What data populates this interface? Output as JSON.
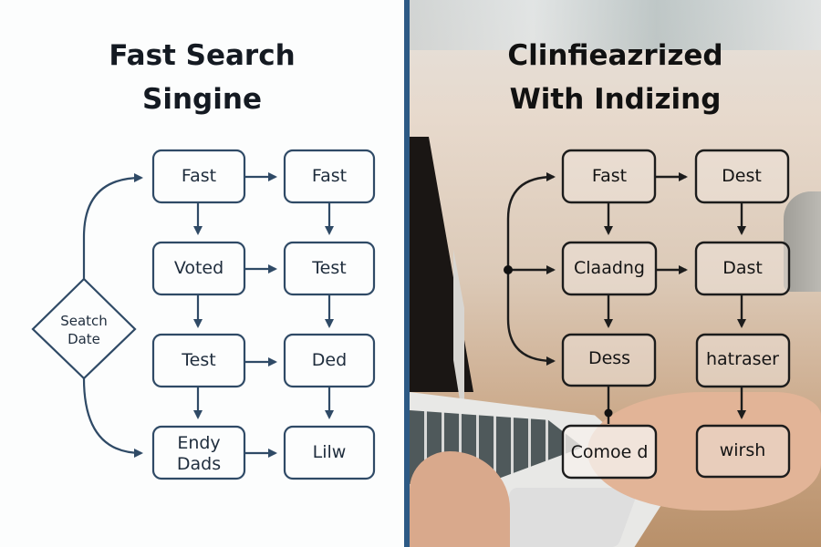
{
  "left_panel": {
    "title_line1": "Fast Search",
    "title_line2": "Singine",
    "decision": {
      "line1": "Seatch",
      "line2": "Date"
    },
    "nodes": [
      {
        "id": "l-a1",
        "label": "Fast"
      },
      {
        "id": "l-b1",
        "label": "Fast"
      },
      {
        "id": "l-a2",
        "label": "Voted"
      },
      {
        "id": "l-b2",
        "label": "Test"
      },
      {
        "id": "l-a3",
        "label": "Test"
      },
      {
        "id": "l-b3",
        "label": "Ded"
      },
      {
        "id": "l-a4",
        "label": "Endy",
        "label2": "Dads"
      },
      {
        "id": "l-b4",
        "label": "Lilw"
      }
    ],
    "colors": {
      "stroke": "#2f4a66",
      "text": "#1f2d3d"
    }
  },
  "right_panel": {
    "title_line1": "Clinfieazrized",
    "title_line2": "With Indizing",
    "nodes": [
      {
        "id": "r-a1",
        "label": "Fast"
      },
      {
        "id": "r-b1",
        "label": "Dest"
      },
      {
        "id": "r-a2",
        "label": "Claadng"
      },
      {
        "id": "r-b2",
        "label": "Dast"
      },
      {
        "id": "r-a3",
        "label": "Dess"
      },
      {
        "id": "r-b3",
        "label": "hatraser"
      },
      {
        "id": "r-a4",
        "label": "Comoe d"
      },
      {
        "id": "r-b4",
        "label": "wirsh"
      }
    ],
    "colors": {
      "stroke": "#1c1c1c",
      "text": "#141414"
    }
  },
  "divider_color": "#2d5a85"
}
